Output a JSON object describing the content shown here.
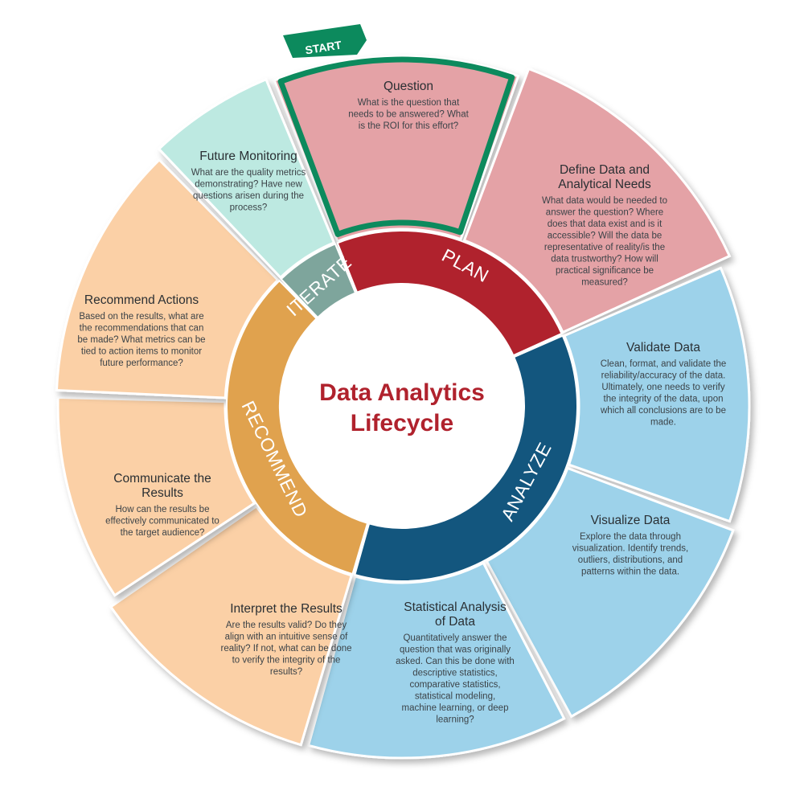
{
  "center": {
    "line1": "Data Analytics",
    "line2": "Lifecycle"
  },
  "start": {
    "label": "START"
  },
  "phases": [
    {
      "id": "plan",
      "label": "PLAN",
      "color": "#b0222d"
    },
    {
      "id": "analyze",
      "label": "ANALYZE",
      "color": "#13567e"
    },
    {
      "id": "recommend",
      "label": "RECOMMEND",
      "color": "#e0a24e"
    },
    {
      "id": "iterate",
      "label": "ITERATE",
      "color": "#7ea59c"
    }
  ],
  "steps": [
    {
      "id": "question",
      "phase": "plan",
      "fill": "#e4a2a6",
      "highlight": true,
      "title": [
        "Question"
      ],
      "body": [
        "What is the question that",
        "needs to be answered? What",
        "is the ROI for this effort?"
      ]
    },
    {
      "id": "define-data",
      "phase": "plan",
      "fill": "#e4a2a6",
      "title": [
        "Define Data and",
        "Analytical Needs"
      ],
      "body": [
        "What data would be needed to",
        "answer the question? Where",
        "does that data exist and is it",
        "accessible? Will the data be",
        "representative of reality/is the",
        "data trustworthy? How will",
        "practical significance be",
        "measured?"
      ]
    },
    {
      "id": "validate-data",
      "phase": "analyze",
      "fill": "#9dd2ea",
      "title": [
        "Validate Data"
      ],
      "body": [
        "Clean, format, and validate the",
        "reliability/accuracy of the data.",
        "Ultimately, one needs to verify",
        "the integrity of the data, upon",
        "which all conclusions are to be",
        "made."
      ]
    },
    {
      "id": "visualize-data",
      "phase": "analyze",
      "fill": "#9dd2ea",
      "title": [
        "Visualize Data"
      ],
      "body": [
        "Explore the data through",
        "visualization. Identify trends,",
        "outliers, distributions, and",
        "patterns within the data."
      ]
    },
    {
      "id": "statistical-analysis",
      "phase": "analyze",
      "fill": "#9dd2ea",
      "title": [
        "Statistical Analysis",
        "of Data"
      ],
      "body": [
        "Quantitatively answer the",
        "question that was originally",
        "asked. Can this be done with",
        "descriptive statistics,",
        "comparative statistics,",
        "statistical modeling,",
        "machine learning, or deep",
        "learning?"
      ]
    },
    {
      "id": "interpret-results",
      "phase": "recommend",
      "fill": "#fbd0a6",
      "title": [
        "Interpret the Results"
      ],
      "body": [
        "Are the results valid? Do they",
        "align with an intuitive sense of",
        "reality? If not, what can be done",
        "to verify the integrity of the",
        "results?"
      ]
    },
    {
      "id": "communicate-results",
      "phase": "recommend",
      "fill": "#fbd0a6",
      "title": [
        "Communicate the",
        "Results"
      ],
      "body": [
        "How can the results be",
        "effectively communicated to",
        "the target audience?"
      ]
    },
    {
      "id": "recommend-actions",
      "phase": "recommend",
      "fill": "#fbd0a6",
      "title": [
        "Recommend Actions"
      ],
      "body": [
        "Based on the results, what are",
        "the recommendations that can",
        "be made? What metrics can be",
        "tied to action items to monitor",
        "future performance?"
      ]
    },
    {
      "id": "future-monitoring",
      "phase": "iterate",
      "fill": "#bde9e1",
      "title": [
        "Future Monitoring"
      ],
      "body": [
        "What are the quality metrics",
        "demonstrating? Have new",
        "questions arisen during the",
        "process?"
      ]
    }
  ],
  "colors": {
    "startFlag": "#0c8a5d",
    "highlightStroke": "#0c8a5d",
    "ringGap": "#ffffff"
  }
}
